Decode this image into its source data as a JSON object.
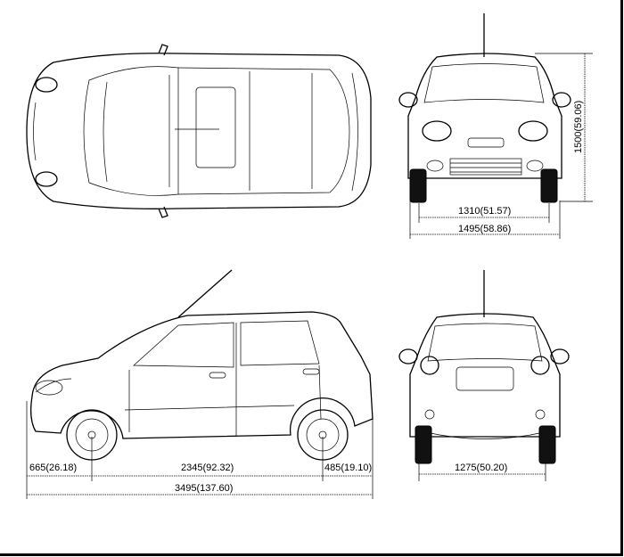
{
  "title": "Vehicle dimensions",
  "views": [
    "top-view",
    "front-view",
    "side-view",
    "rear-view"
  ],
  "dimensions": {
    "front_overhang": "665(26.18)",
    "wheelbase": "2345(92.32)",
    "rear_overhang": "485(19.10)",
    "overall_length": "3495(137.60)",
    "rear_track": "1275(50.20)",
    "front_track": "1310(51.57)",
    "overall_width": "1495(58.86)",
    "overall_height": "1500(59.06)"
  }
}
